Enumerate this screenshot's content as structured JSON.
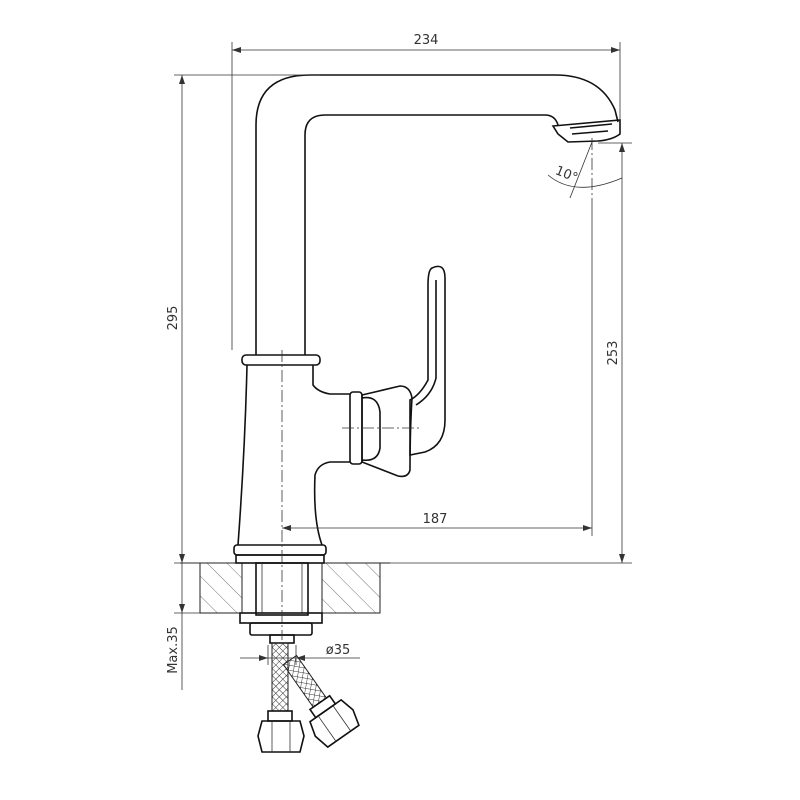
{
  "dimensions": {
    "overall_width": "234",
    "overall_height": "295",
    "spout_height": "253",
    "spout_reach": "187",
    "mount_max_thickness": "Max.35",
    "mount_diameter": "ø35",
    "aerator_angle": "10°"
  }
}
